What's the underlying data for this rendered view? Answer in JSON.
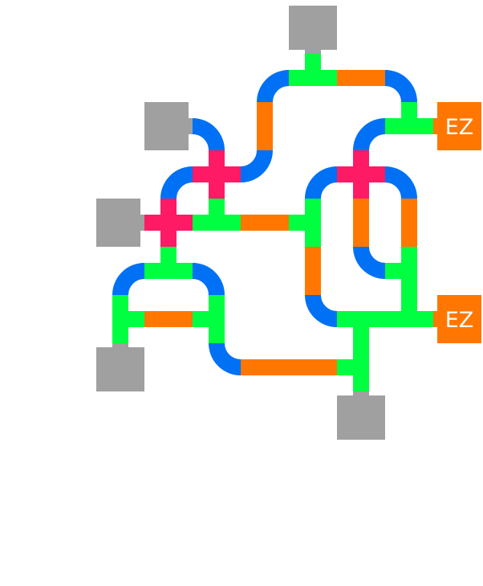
{
  "game": {
    "grid": {
      "cols": 10,
      "rows": 9
    },
    "colors": {
      "elbow": "#0070F5",
      "straight": "#FF7700",
      "tee": "#00FF40",
      "cross": "#FF1A66",
      "source": "#A0A0A0",
      "target": "#FF7700",
      "target_text": "#FFFFFF"
    },
    "tiles": [
      {
        "col": 6,
        "row": 0,
        "type": "source",
        "dirs": [
          "down"
        ]
      },
      {
        "col": 5,
        "row": 1,
        "type": "elbow",
        "dirs": [
          "right",
          "down"
        ]
      },
      {
        "col": 6,
        "row": 1,
        "type": "tee",
        "dirs": [
          "left",
          "right",
          "up"
        ]
      },
      {
        "col": 7,
        "row": 1,
        "type": "straight",
        "dirs": [
          "left",
          "right"
        ]
      },
      {
        "col": 8,
        "row": 1,
        "type": "elbow",
        "dirs": [
          "left",
          "down"
        ]
      },
      {
        "col": 3,
        "row": 2,
        "type": "source",
        "dirs": [
          "right"
        ]
      },
      {
        "col": 4,
        "row": 2,
        "type": "elbow",
        "dirs": [
          "left",
          "down"
        ]
      },
      {
        "col": 5,
        "row": 2,
        "type": "straight",
        "dirs": [
          "up",
          "down"
        ]
      },
      {
        "col": 7,
        "row": 2,
        "type": "elbow",
        "dirs": [
          "right",
          "down"
        ]
      },
      {
        "col": 8,
        "row": 2,
        "type": "tee",
        "dirs": [
          "up",
          "left",
          "right"
        ]
      },
      {
        "col": 9,
        "row": 2,
        "type": "target",
        "dirs": [
          "left"
        ],
        "label": "EZ"
      },
      {
        "col": 3,
        "row": 3,
        "type": "elbow",
        "dirs": [
          "right",
          "down"
        ]
      },
      {
        "col": 4,
        "row": 3,
        "type": "cross",
        "dirs": [
          "up",
          "down",
          "left",
          "right"
        ]
      },
      {
        "col": 5,
        "row": 3,
        "type": "elbow",
        "dirs": [
          "left",
          "up"
        ]
      },
      {
        "col": 6,
        "row": 3,
        "type": "elbow",
        "dirs": [
          "right",
          "down"
        ]
      },
      {
        "col": 7,
        "row": 3,
        "type": "cross",
        "dirs": [
          "up",
          "down",
          "left",
          "right"
        ]
      },
      {
        "col": 8,
        "row": 3,
        "type": "elbow",
        "dirs": [
          "left",
          "down"
        ]
      },
      {
        "col": 2,
        "row": 4,
        "type": "source",
        "dirs": [
          "right"
        ]
      },
      {
        "col": 3,
        "row": 4,
        "type": "cross",
        "dirs": [
          "up",
          "down",
          "left",
          "right"
        ]
      },
      {
        "col": 4,
        "row": 4,
        "type": "tee",
        "dirs": [
          "up",
          "left",
          "right"
        ]
      },
      {
        "col": 5,
        "row": 4,
        "type": "straight",
        "dirs": [
          "left",
          "right"
        ]
      },
      {
        "col": 6,
        "row": 4,
        "type": "tee",
        "dirs": [
          "up",
          "down",
          "left"
        ]
      },
      {
        "col": 7,
        "row": 4,
        "type": "straight",
        "dirs": [
          "up",
          "down"
        ]
      },
      {
        "col": 8,
        "row": 4,
        "type": "straight",
        "dirs": [
          "up",
          "down"
        ]
      },
      {
        "col": 2,
        "row": 5,
        "type": "elbow",
        "dirs": [
          "right",
          "down"
        ]
      },
      {
        "col": 3,
        "row": 5,
        "type": "tee",
        "dirs": [
          "up",
          "left",
          "right"
        ]
      },
      {
        "col": 4,
        "row": 5,
        "type": "elbow",
        "dirs": [
          "left",
          "down"
        ]
      },
      {
        "col": 6,
        "row": 5,
        "type": "straight",
        "dirs": [
          "up",
          "down"
        ]
      },
      {
        "col": 7,
        "row": 5,
        "type": "elbow",
        "dirs": [
          "up",
          "right"
        ]
      },
      {
        "col": 8,
        "row": 5,
        "type": "tee",
        "dirs": [
          "up",
          "down",
          "left"
        ]
      },
      {
        "col": 2,
        "row": 6,
        "type": "tee",
        "dirs": [
          "up",
          "down",
          "right"
        ]
      },
      {
        "col": 3,
        "row": 6,
        "type": "straight",
        "dirs": [
          "left",
          "right"
        ]
      },
      {
        "col": 4,
        "row": 6,
        "type": "tee",
        "dirs": [
          "up",
          "down",
          "left"
        ]
      },
      {
        "col": 6,
        "row": 6,
        "type": "elbow",
        "dirs": [
          "up",
          "right"
        ]
      },
      {
        "col": 7,
        "row": 6,
        "type": "tee",
        "dirs": [
          "left",
          "right",
          "down"
        ]
      },
      {
        "col": 8,
        "row": 6,
        "type": "tee",
        "dirs": [
          "left",
          "right",
          "up"
        ]
      },
      {
        "col": 9,
        "row": 6,
        "type": "target",
        "dirs": [
          "left"
        ],
        "label": "EZ"
      },
      {
        "col": 2,
        "row": 7,
        "type": "source",
        "dirs": [
          "up"
        ]
      },
      {
        "col": 4,
        "row": 7,
        "type": "elbow",
        "dirs": [
          "up",
          "right"
        ]
      },
      {
        "col": 5,
        "row": 7,
        "type": "straight",
        "dirs": [
          "left",
          "right"
        ]
      },
      {
        "col": 6,
        "row": 7,
        "type": "straight",
        "dirs": [
          "left",
          "right"
        ]
      },
      {
        "col": 7,
        "row": 7,
        "type": "tee",
        "dirs": [
          "up",
          "down",
          "left"
        ]
      },
      {
        "col": 7,
        "row": 8,
        "type": "source",
        "dirs": [
          "up"
        ]
      }
    ]
  }
}
